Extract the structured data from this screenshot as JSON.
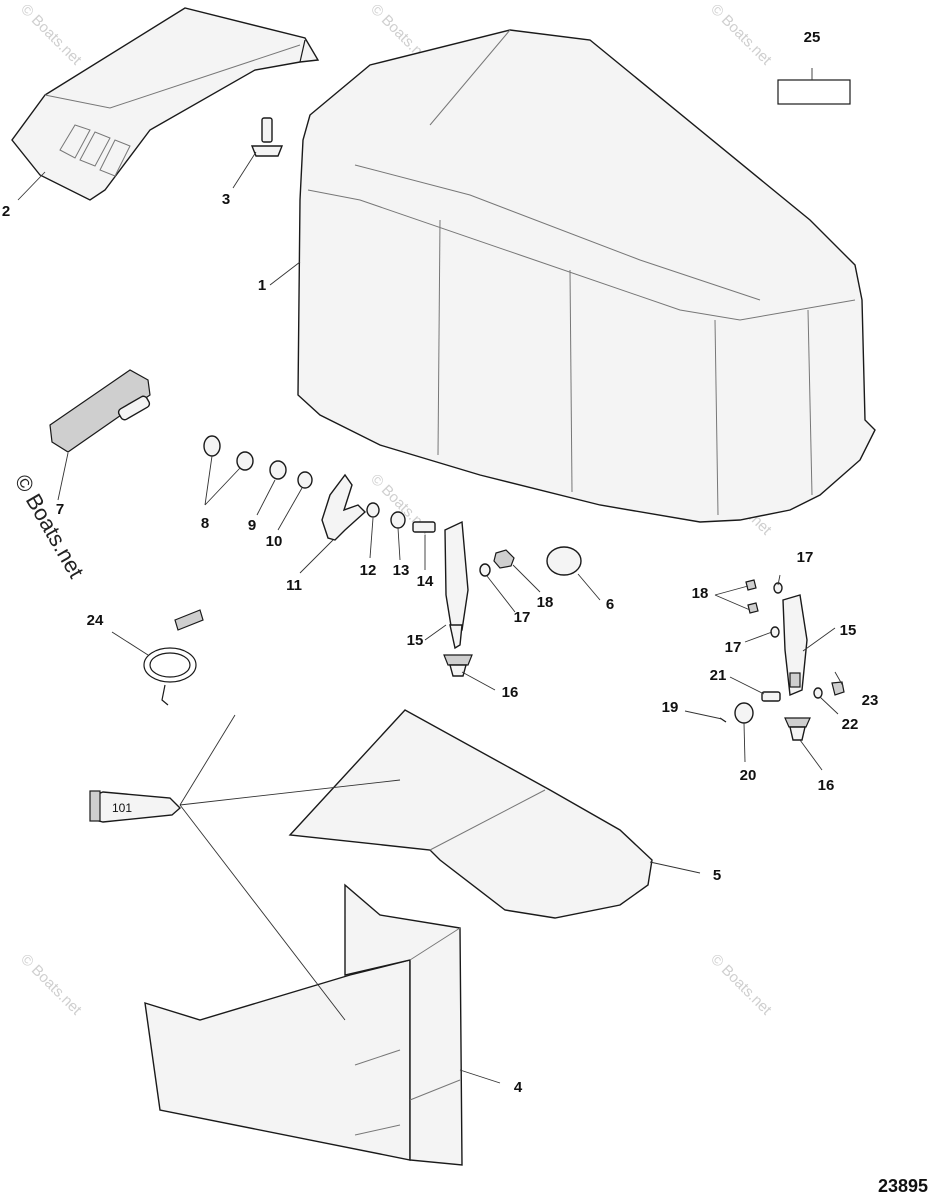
{
  "diagram": {
    "drawing_number": "23895",
    "tube_label": "101",
    "watermark": "© Boats.net",
    "side_watermark": "© Boats.net",
    "callouts": [
      "1",
      "2",
      "3",
      "4",
      "5",
      "6",
      "7",
      "8",
      "9",
      "10",
      "11",
      "12",
      "13",
      "14",
      "15",
      "16",
      "17",
      "18",
      "19",
      "20",
      "21",
      "22",
      "23",
      "24",
      "25"
    ],
    "callout_instances": [
      {
        "key": "1"
      },
      {
        "key": "2"
      },
      {
        "key": "3"
      },
      {
        "key": "4"
      },
      {
        "key": "5"
      },
      {
        "key": "6"
      },
      {
        "key": "7"
      },
      {
        "key": "8"
      },
      {
        "key": "9"
      },
      {
        "key": "10"
      },
      {
        "key": "11"
      },
      {
        "key": "12"
      },
      {
        "key": "13"
      },
      {
        "key": "14"
      },
      {
        "key": "15"
      },
      {
        "key": "15"
      },
      {
        "key": "16"
      },
      {
        "key": "16"
      },
      {
        "key": "17"
      },
      {
        "key": "17"
      },
      {
        "key": "17"
      },
      {
        "key": "18"
      },
      {
        "key": "18"
      },
      {
        "key": "19"
      },
      {
        "key": "20"
      },
      {
        "key": "21"
      },
      {
        "key": "22"
      },
      {
        "key": "23"
      },
      {
        "key": "24"
      },
      {
        "key": "25"
      }
    ]
  }
}
